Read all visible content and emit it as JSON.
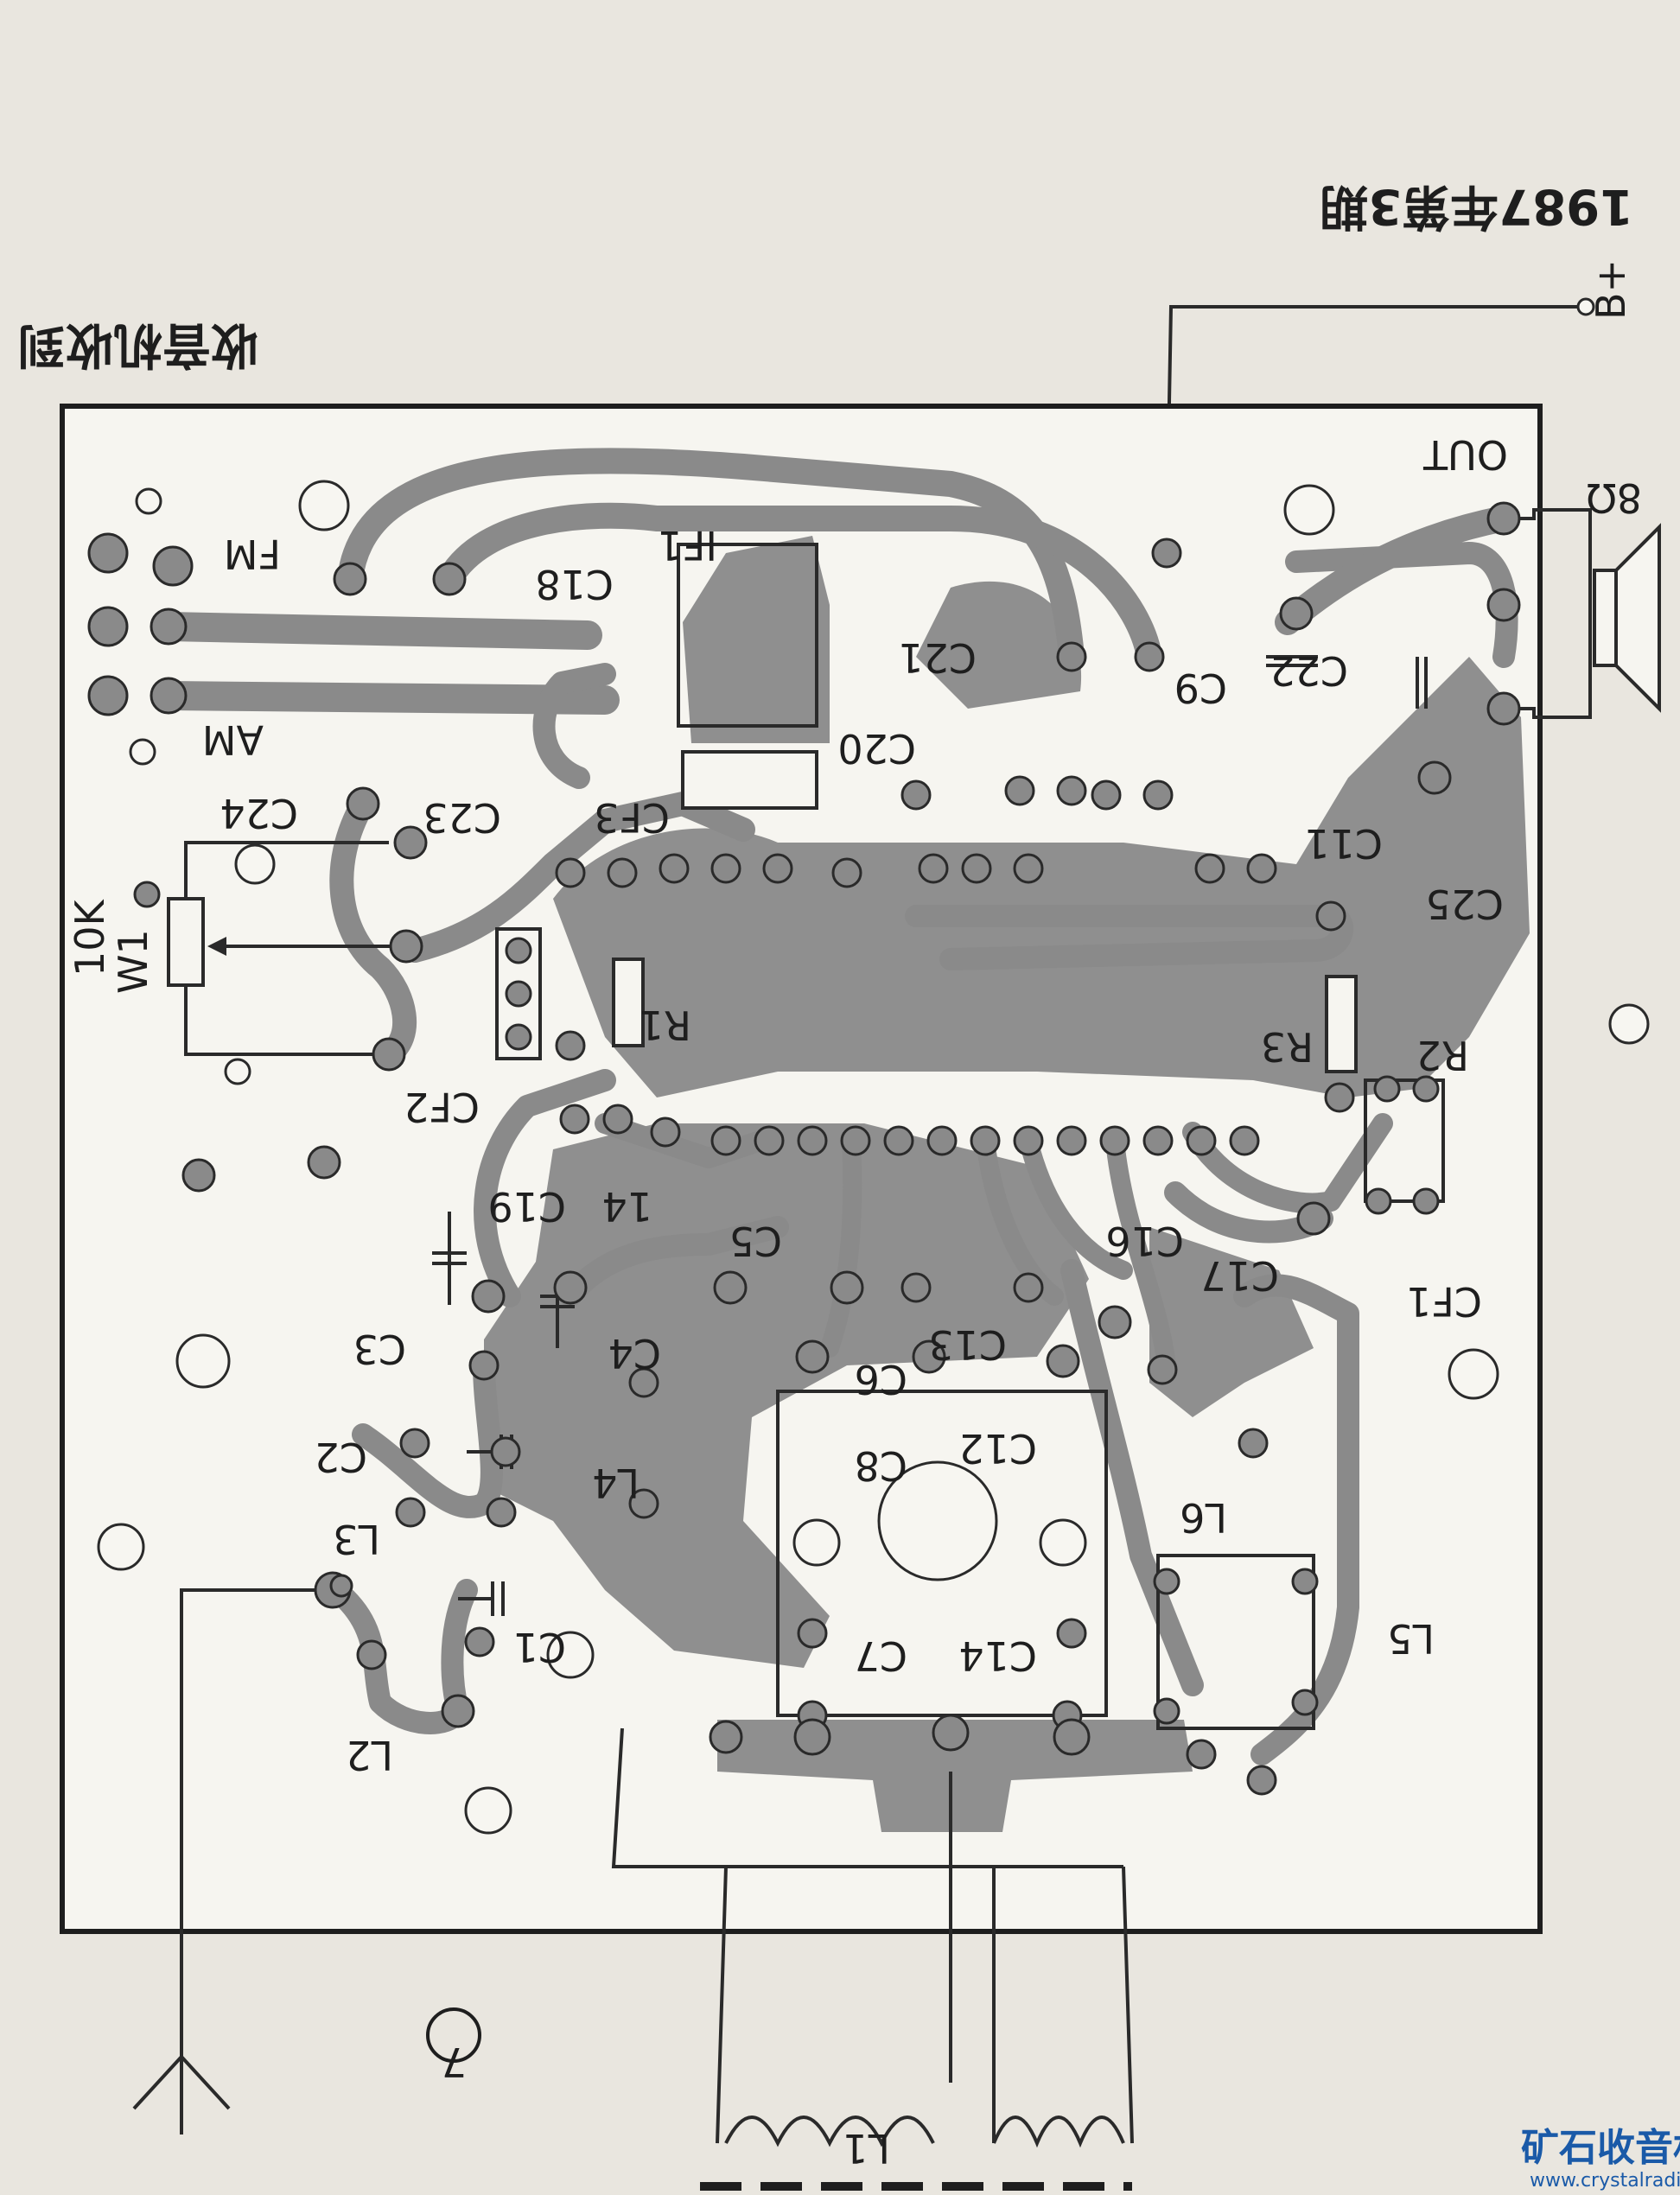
{
  "header": {
    "issue": "1987年第3期",
    "column": "收音机收到"
  },
  "board": {
    "component_labels": [
      "FM",
      "AM",
      "IF1",
      "C18",
      "C23",
      "C24",
      "CF3",
      "W1",
      "10K",
      "R1",
      "R2",
      "R3",
      "CF2",
      "C19",
      "14",
      "C5",
      "C4",
      "C3",
      "C2",
      "L3",
      "C1",
      "L2",
      "L4",
      "C6",
      "C8",
      "C12",
      "C13",
      "C16",
      "C17",
      "CF1",
      "C14",
      "C7",
      "L5",
      "L6",
      "C20",
      "C21",
      "C22",
      "C25",
      "C11",
      "C9",
      "OUT",
      "8Ω",
      "B+",
      "L1",
      "7"
    ]
  },
  "footer": {
    "watermark_cn": "矿石收音机",
    "watermark_url": "www.crystalradio.cn"
  }
}
